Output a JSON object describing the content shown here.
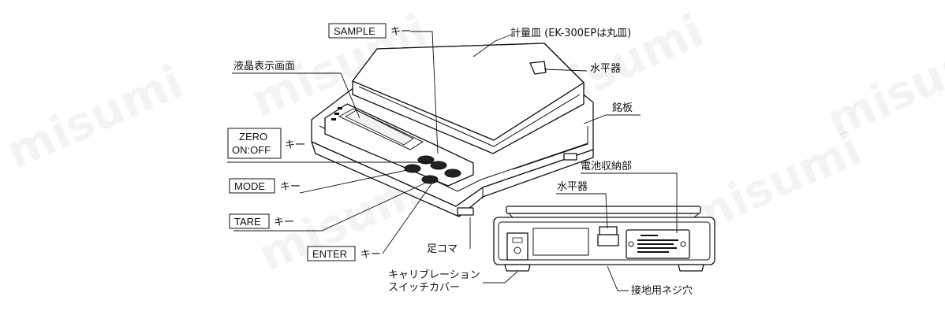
{
  "watermark": "misumi",
  "labels": {
    "sample_key": "SAMPLE",
    "key_suffix": "キー",
    "weighing_pan": "計量皿 (EK-300EPは丸皿)",
    "level_top": "水平器",
    "display": "液晶表示画面",
    "nameplate": "銘板",
    "zero_line1": "ZERO",
    "zero_line2": "ON:OFF",
    "mode_key": "MODE",
    "battery": "電池収納部",
    "level_rear": "水平器",
    "tare_key": "TARE",
    "foot": "足コマ",
    "enter_key": "ENTER",
    "cal_line1": "キャリブレーション",
    "cal_line2": "スイッチカバー",
    "ground": "接地用ネジ穴"
  },
  "colors": {
    "line": "#111111",
    "background": "#ffffff"
  }
}
